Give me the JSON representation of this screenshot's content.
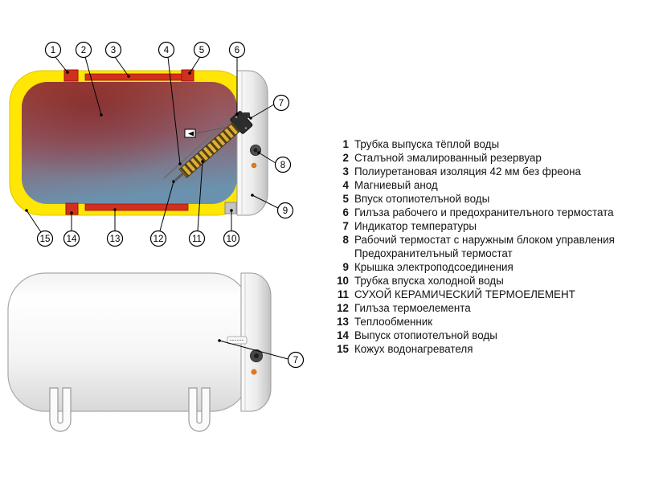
{
  "palette": {
    "insulation_yellow": "#ffe605",
    "hot_water_red": "#a3453a",
    "cold_water_blue": "#6a92ae",
    "pipe_red": "#d2301f",
    "signal_orange": "#e6771b"
  },
  "callouts": {
    "main": [
      "1",
      "2",
      "3",
      "4",
      "5",
      "6",
      "7",
      "8",
      "9",
      "10",
      "11",
      "12",
      "13",
      "14",
      "15"
    ],
    "exterior": [
      "7"
    ]
  },
  "legend": {
    "items": [
      {
        "num": "1",
        "text": "Трубка выпуска тёплой воды"
      },
      {
        "num": "2",
        "text": "Сталъной эмалированный резервуар"
      },
      {
        "num": "3",
        "text": "Полиуретановая изоляция 42 мм без фреона"
      },
      {
        "num": "4",
        "text": "Магниевый анод"
      },
      {
        "num": "5",
        "text": "Впуск отопиотелъной воды"
      },
      {
        "num": "6",
        "text": "Гилъза рабочего и предохранителъного термостата"
      },
      {
        "num": "7",
        "text": "Индикатор температуры"
      },
      {
        "num": "8",
        "text": "Рабочий термостат с наружным блоком управления",
        "text2": "Предохранителъный термостат"
      },
      {
        "num": "9",
        "text": "Крышка электроподсоединения"
      },
      {
        "num": "10",
        "text": "Трубка впуска холодной воды"
      },
      {
        "num": "11",
        "text": "СУХОЙ КЕРАМИЧЕСКИЙ ТЕРМОЕЛЕМЕНТ"
      },
      {
        "num": "12",
        "text": "Гилъза термоелемента"
      },
      {
        "num": "13",
        "text": "Теплообменник"
      },
      {
        "num": "14",
        "text": "Выпуск отопиотелъной воды"
      },
      {
        "num": "15",
        "text": "Кожух водонагревателя"
      }
    ]
  }
}
